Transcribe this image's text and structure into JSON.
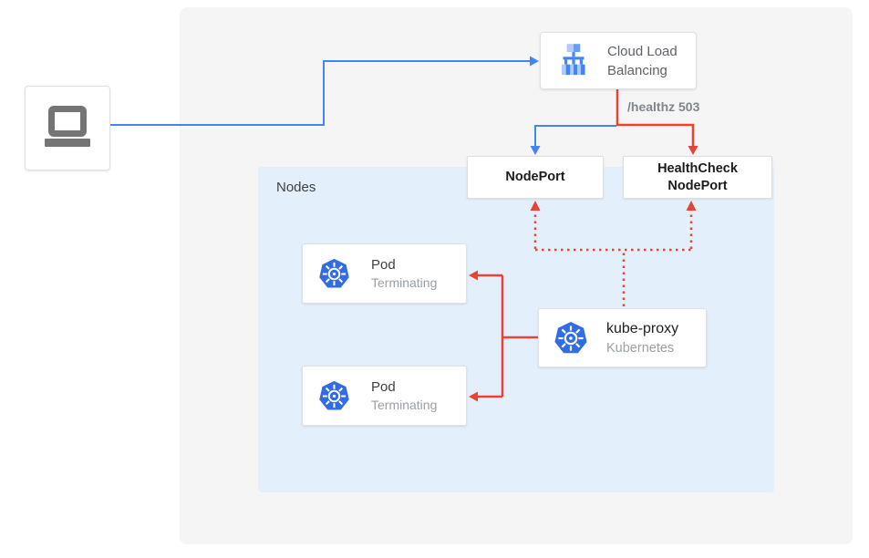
{
  "colors": {
    "arrow_blue": "#4285f4",
    "arrow_red": "#ea4335",
    "kubernetes_blue": "#326ce5",
    "laptop_gray": "#757575",
    "outer_panel_gray": "#f5f5f6",
    "nodes_panel_blue": "#e3f0fc",
    "lb_icon_light_blue": "#aecbfa",
    "lb_icon_mid_blue": "#669df6"
  },
  "client": {
    "icon": "laptop-icon"
  },
  "load_balancer": {
    "label": "Cloud Load Balancing",
    "icon": "load-balancer-icon"
  },
  "health_check_path": "/healthz 503",
  "node_port": {
    "label": "NodePort"
  },
  "health_check_node_port": {
    "label": "HealthCheck NodePort"
  },
  "nodes": {
    "label": "Nodes",
    "pods": [
      {
        "title": "Pod",
        "status": "Terminating",
        "icon": "kubernetes-icon"
      },
      {
        "title": "Pod",
        "status": "Terminating",
        "icon": "kubernetes-icon"
      }
    ],
    "kube_proxy": {
      "title": "kube-proxy",
      "subtitle": "Kubernetes",
      "icon": "kubernetes-icon"
    }
  }
}
